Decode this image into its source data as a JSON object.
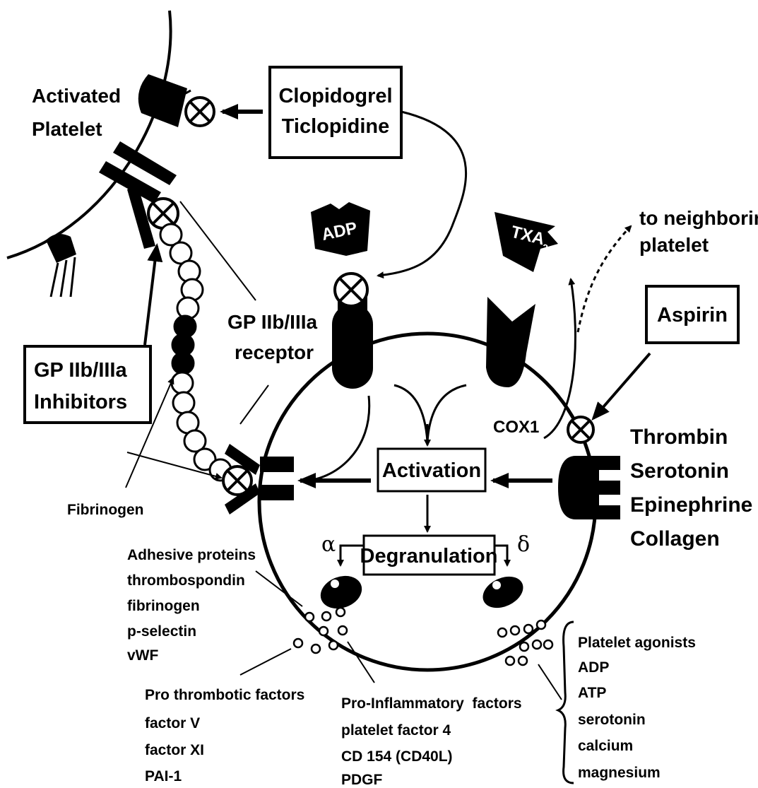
{
  "labels": {
    "activated_platelet": [
      "Activated",
      "Platelet"
    ],
    "gp_receptor": [
      "GP IIb/IIIa",
      "receptor"
    ],
    "fibrinogen": "Fibrinogen",
    "adp_receptor": "ADP",
    "txa2_main": "TXA",
    "txa2_sub": "2",
    "to_neighbor": [
      "to neighboring",
      "platelet"
    ],
    "cox1": "COX1",
    "alpha": "α",
    "delta": "δ"
  },
  "boxes": {
    "clopidogrel": [
      "Clopidogrel",
      "Ticlopidine"
    ],
    "gp_inhibitors": [
      "GP IIb/IIIa",
      "Inhibitors"
    ],
    "aspirin": "Aspirin",
    "activation": "Activation",
    "degranulation": "Degranulation"
  },
  "agonists": [
    "Thrombin",
    "Serotonin",
    "Epinephrine",
    "Collagen"
  ],
  "lists": {
    "adhesive": [
      "Adhesive proteins",
      "thrombospondin",
      "fibrinogen",
      "p-selectin",
      "vWF"
    ],
    "prothrombotic": [
      "Pro thrombotic factors",
      "factor V",
      "factor XI",
      "PAI-1"
    ],
    "proinflammatory": [
      "Pro-Inflammatory  factors",
      "platelet factor 4",
      "CD 154 (CD40L)",
      "PDGF"
    ],
    "platelet_agonists": [
      "Platelet agonists",
      "ADP",
      "ATP",
      "serotonin",
      "calcium",
      "magnesium"
    ]
  }
}
